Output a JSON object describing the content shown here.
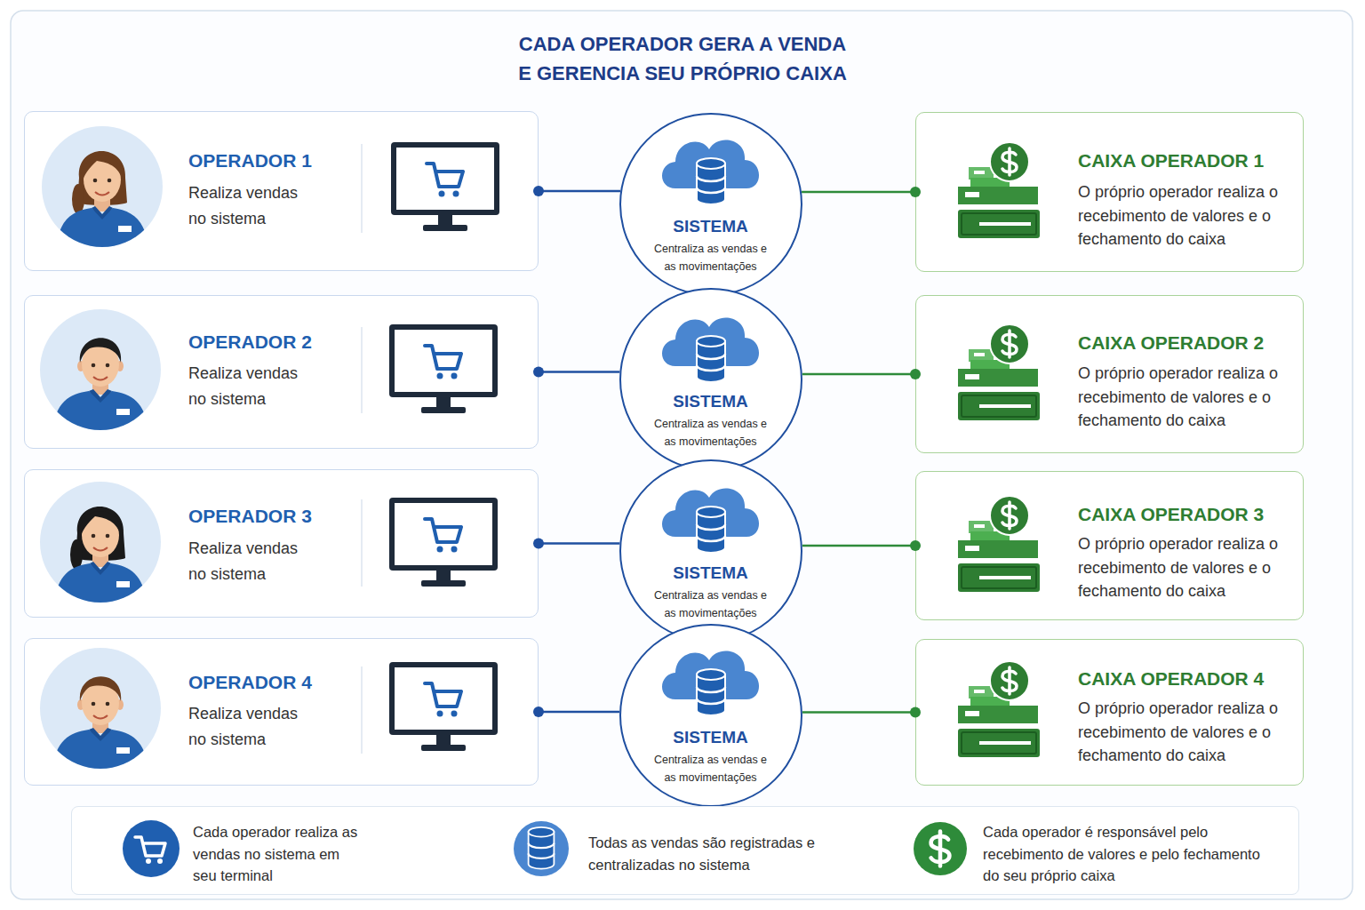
{
  "diagram": {
    "title": "CADA OPERADOR GERA A VENDA E GERENCIA SEU PRÓPRIO CAIXA",
    "nodes": [
      {
        "text": [
          "OPERADOR 1",
          "Realiza vendas no sistema"
        ]
      },
      {
        "text": [
          "SISTEMA",
          "Centraliza as vendas e as movimentações"
        ]
      },
      {
        "text": [
          "CAIXA OPERADOR 1",
          "O próprio operador realiza o recebimento de valores e o fechamento do caixa"
        ]
      },
      {
        "text": [
          "OPERADOR 2",
          "Realiza vendas no sistema"
        ]
      },
      {
        "text": [
          "SISTEMA",
          "Centraliza as vendas e as movimentações"
        ]
      },
      {
        "text": [
          "CAIXA OPERADOR 2",
          "O próprio operador realiza o recebimento de valores e o fechamento do caixa"
        ]
      },
      {
        "text": [
          "OPERADOR 3",
          "Realiza vendas no sistema"
        ]
      },
      {
        "text": [
          "SISTEMA",
          "Centraliza as vendas e as movimentações"
        ]
      },
      {
        "text": [
          "CAIXA OPERADOR 3",
          "O próprio operador realiza o recebimento de valores e o fechamento do caixa"
        ]
      },
      {
        "text": [
          "OPERADOR 4",
          "Realiza vendas no sistema"
        ]
      },
      {
        "text": [
          "SISTEMA",
          "Centraliza as vendas e as movimentações"
        ]
      },
      {
        "text": [
          "CAIXA OPERADOR 4",
          "O próprio operador realiza o recebimento de valores e o fechamento do caixa"
        ]
      },
      {
        "text": [
          "Cada operador realiza as vendas no sistema em seu terminal",
          "Todas as vendas são registradas e centralizadas no sistema",
          "Cada operador é responsável pelo recebimento de valores e pelo fechamento do seu próprio caixa"
        ]
      }
    ],
    "edges": [
      {
        "from": 0,
        "to": 1,
        "arrow": "none"
      },
      {
        "from": 1,
        "to": 2,
        "arrow": "none"
      },
      {
        "from": 3,
        "to": 4,
        "arrow": "none"
      },
      {
        "from": 4,
        "to": 5,
        "arrow": "none"
      },
      {
        "from": 6,
        "to": 7,
        "arrow": "none"
      },
      {
        "from": 7,
        "to": 8,
        "arrow": "none"
      },
      {
        "from": 9,
        "to": 10,
        "arrow": "none"
      },
      {
        "from": 10,
        "to": 11,
        "arrow": "none"
      }
    ]
  }
}
